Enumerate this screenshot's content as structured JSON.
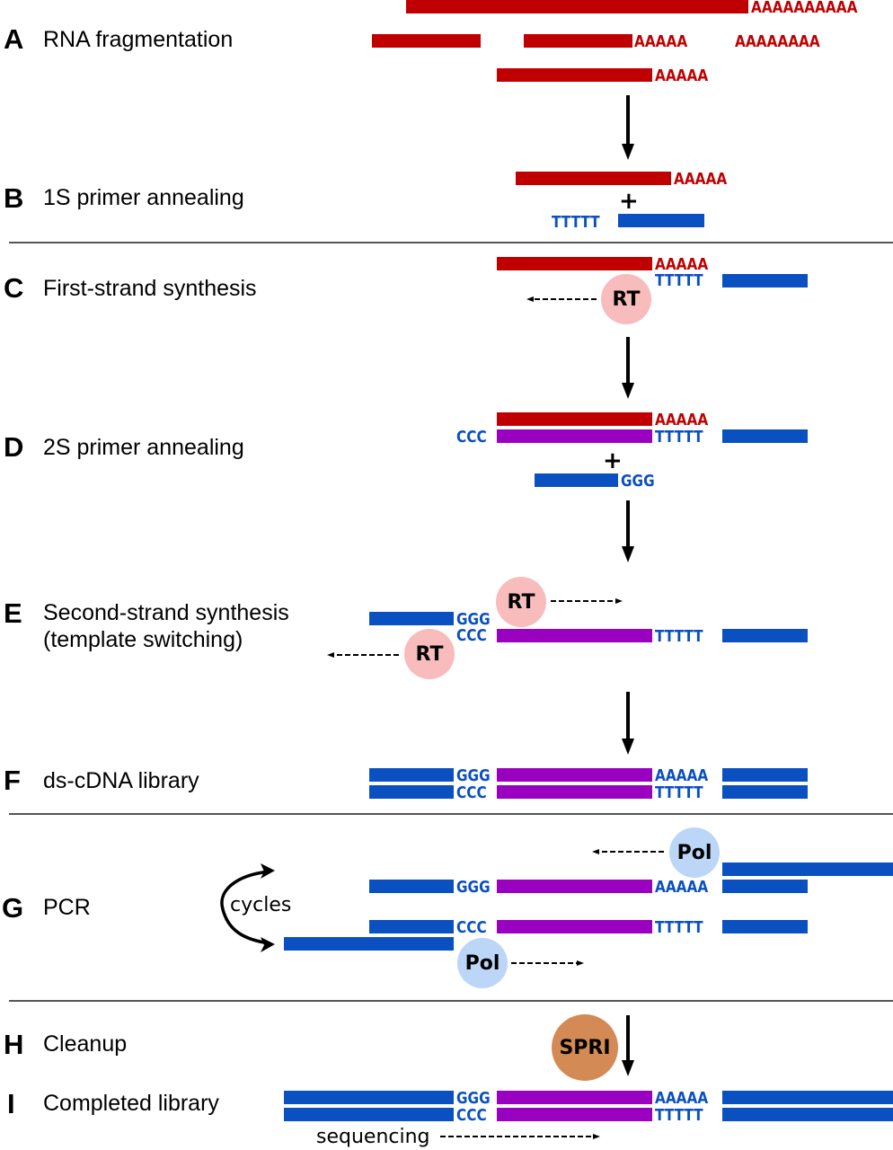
{
  "steps": [
    {
      "letter": "A",
      "label": "RNA fragmentation"
    },
    {
      "letter": "B",
      "label": "1S primer annealing"
    },
    {
      "letter": "C",
      "label": "First-strand synthesis"
    },
    {
      "letter": "D",
      "label": "2S primer annealing"
    },
    {
      "letter": "E",
      "label": "Second-strand synthesis",
      "label2": "(template switching)"
    },
    {
      "letter": "F",
      "label": "ds-cDNA library"
    },
    {
      "letter": "G",
      "label": "PCR"
    },
    {
      "letter": "H",
      "label": "Cleanup"
    },
    {
      "letter": "I",
      "label": "Completed library"
    }
  ],
  "sequences": {
    "polyA10": "AAAAAAAAAA",
    "polyA8": "AAAAAAAA",
    "polyA5": "AAAAA",
    "polyT5": "TTTTT",
    "ggg": "GGG",
    "ccc": "CCC"
  },
  "enzymes": {
    "rt": "RT",
    "pol": "Pol",
    "spri": "SPRI"
  },
  "symbols": {
    "plus": "+"
  },
  "annotations": {
    "cycles": "cycles",
    "sequencing": "sequencing"
  },
  "colors": {
    "rna": "#c00000",
    "dna": "#0a50c0",
    "cdna": "#9a00c0",
    "rt_enzyme": "#f8bcbc",
    "pol_enzyme": "#bcd6f8",
    "spri_bead": "#d48a55"
  }
}
